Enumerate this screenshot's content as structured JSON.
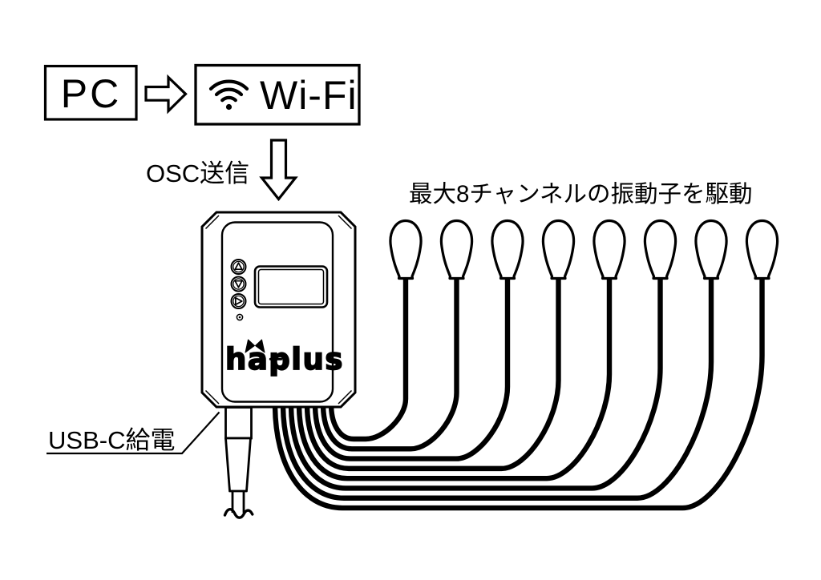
{
  "colors": {
    "line": "#000000",
    "background": "#ffffff"
  },
  "flow": {
    "pc_label": "PC",
    "wifi_label": "Wi-Fi",
    "osc_label": "OSC送信"
  },
  "device": {
    "logo": "haplus",
    "buttons": [
      "up",
      "down",
      "right"
    ],
    "display": "blank-lcd"
  },
  "usb": {
    "label": "USB-C給電"
  },
  "transducers": {
    "count": 8,
    "caption": "最大8チャンネルの振動子を駆動"
  }
}
